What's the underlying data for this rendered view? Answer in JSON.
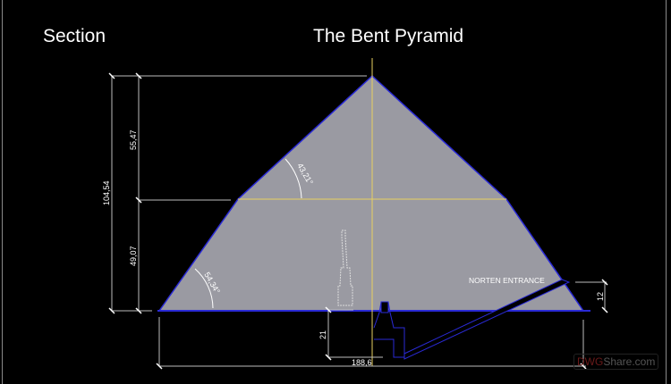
{
  "titles": {
    "section": "Section",
    "main": "The Bent Pyramid"
  },
  "dimensions": {
    "total_height": "104,54",
    "upper_height": "55,47",
    "lower_height": "49,07",
    "upper_angle": "43,21°",
    "lower_angle": "54,34°",
    "base_width": "188,6",
    "chamber_depth": "21",
    "entrance_height": "12"
  },
  "labels": {
    "entrance": "NORTEN ENTRANCE"
  },
  "watermark": {
    "part1": "DWG",
    "part2": "Share.com"
  },
  "colors": {
    "background": "#000000",
    "pyramid_fill": "#9a9aa2",
    "outline": "#2a2ad6",
    "axis": "#e8d060",
    "dim_line": "#bdbdbd",
    "text": "#ffffff"
  }
}
